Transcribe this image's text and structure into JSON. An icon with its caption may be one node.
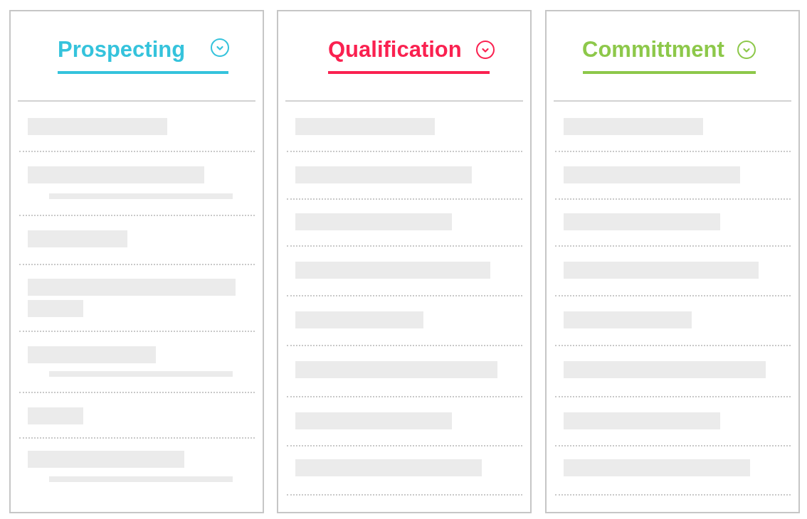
{
  "diagram": {
    "nodes": [
      {
        "text": [
          "Prospecting"
        ]
      },
      {
        "text": [
          "Qualification"
        ]
      },
      {
        "text": [
          "Committment"
        ]
      }
    ]
  }
}
